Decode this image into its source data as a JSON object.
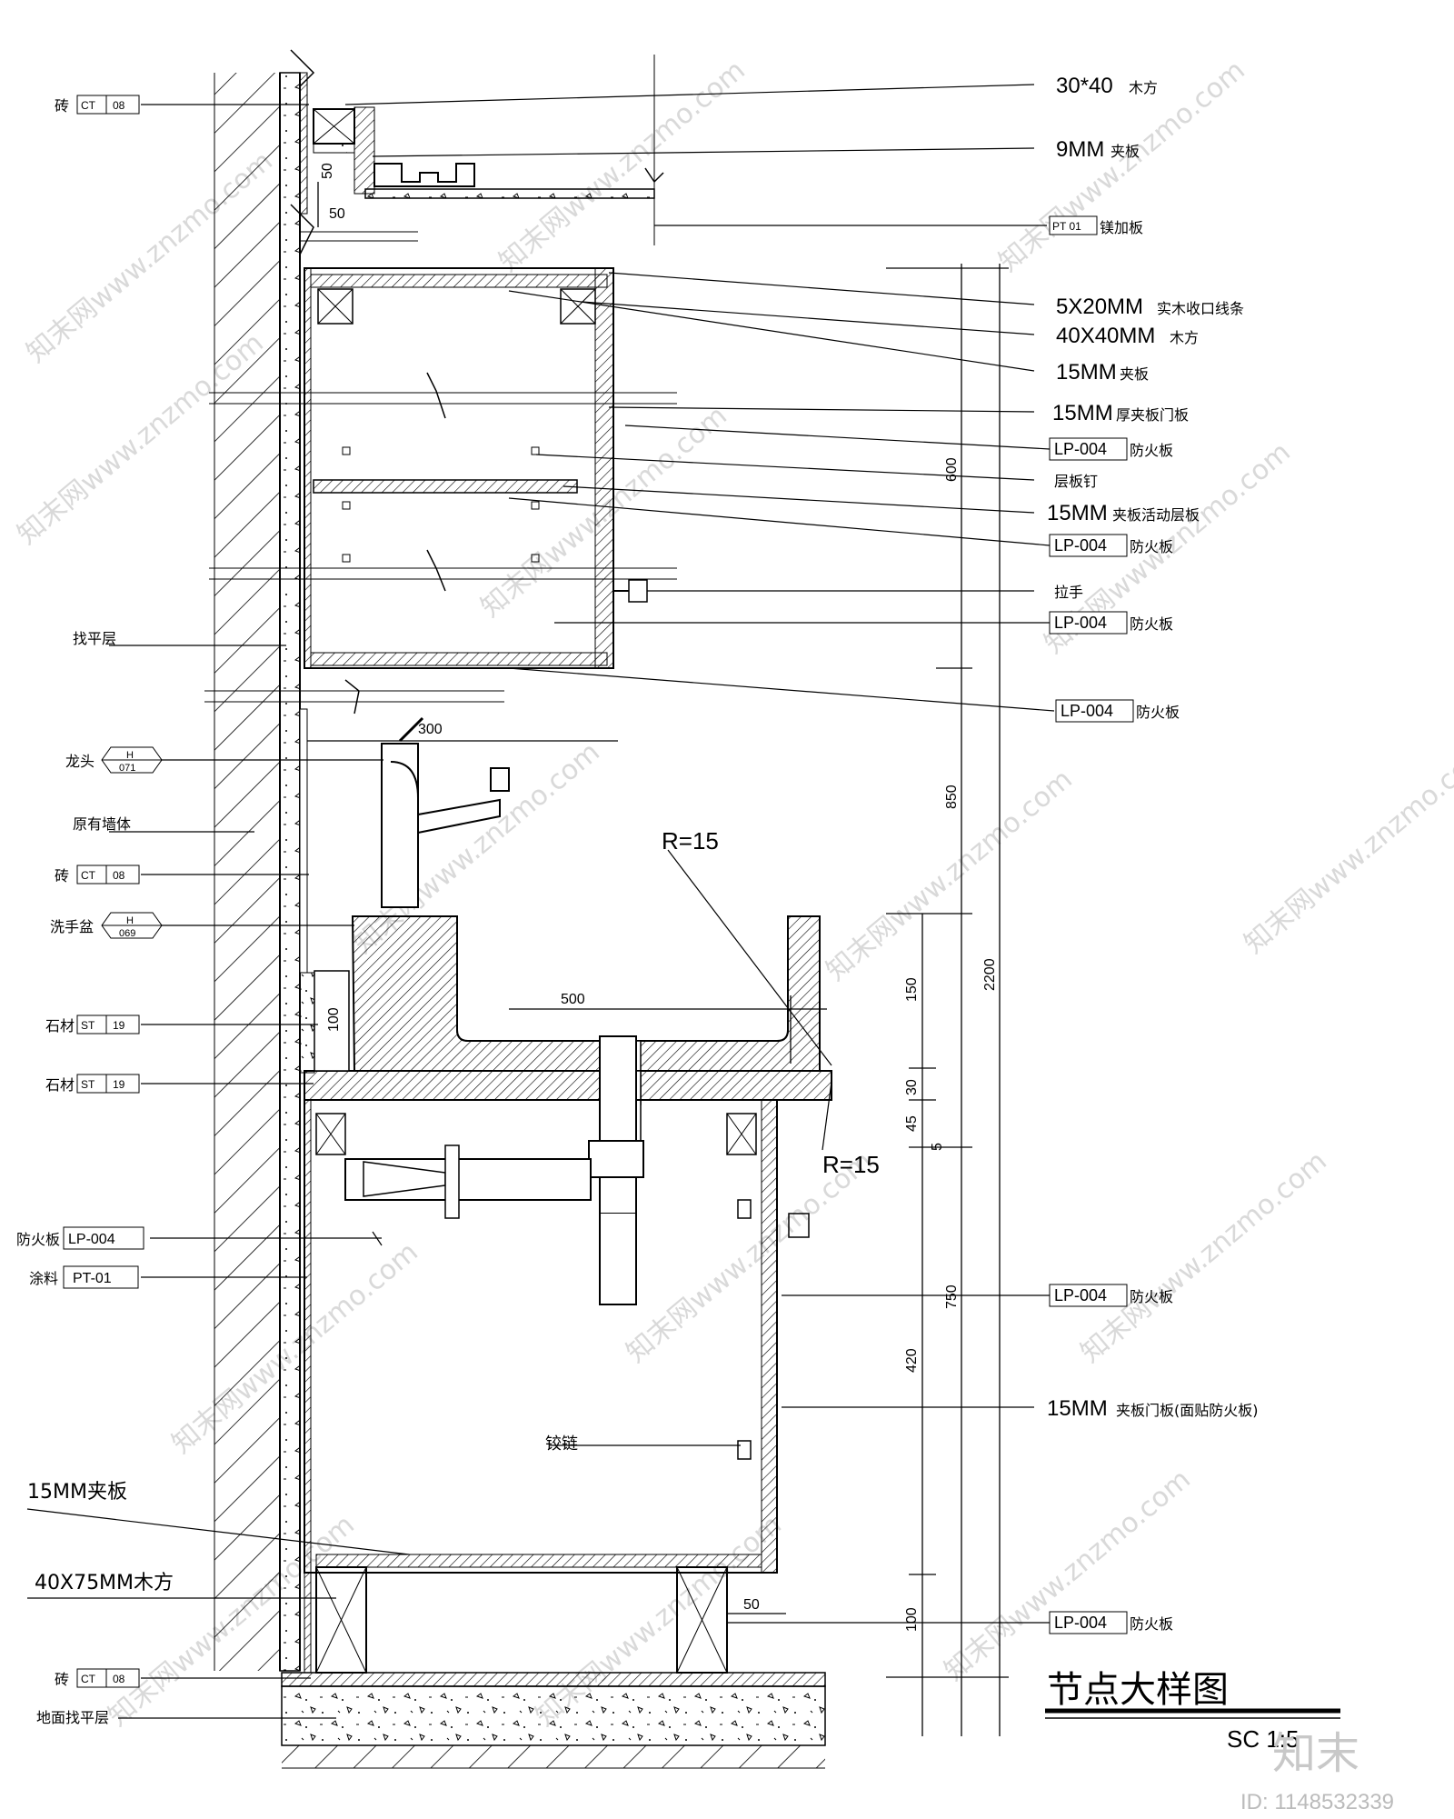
{
  "title": "节点大样图",
  "scale": "SC 1:5",
  "footer": {
    "brand": "知末",
    "id_text": "ID: 1148532339"
  },
  "watermark": "知末网www.znzmo.com",
  "left_labels": [
    {
      "text": "砖",
      "tag": "CT",
      "code": "08"
    },
    {
      "text": "找平层"
    },
    {
      "text": "龙头",
      "tag": "H",
      "code": "071"
    },
    {
      "text": "原有墙体"
    },
    {
      "text": "砖",
      "tag": "CT",
      "code": "08"
    },
    {
      "text": "洗手盆",
      "tag": "H",
      "code": "069"
    },
    {
      "text": "石材",
      "tag": "ST",
      "code": "19"
    },
    {
      "text": "石材",
      "tag": "ST",
      "code": "19"
    },
    {
      "text": "防火板",
      "tag": "LP-004"
    },
    {
      "text": "涂料",
      "tag": "PT-01"
    },
    {
      "text": "15MM夹板"
    },
    {
      "text": "40X75MM木方"
    },
    {
      "text": "砖",
      "tag": "CT",
      "code": "08"
    },
    {
      "text": "地面找平层"
    }
  ],
  "right_labels": [
    {
      "main": "30*40",
      "sub": "木方"
    },
    {
      "main": "9MM",
      "sub": "夹板"
    },
    {
      "tag": "PT 01",
      "sub": "镁加板"
    },
    {
      "main": "5X20MM",
      "sub": "实木收口线条"
    },
    {
      "main": "40X40MM",
      "sub": "木方"
    },
    {
      "main": "15MM",
      "sub": "夹板"
    },
    {
      "main": "15MM",
      "sub": "厚夹板门板"
    },
    {
      "tag": "LP-004",
      "sub": "防火板"
    },
    {
      "sub": "层板钉"
    },
    {
      "main": "15MM",
      "sub": "夹板活动层板"
    },
    {
      "tag": "LP-004",
      "sub": "防火板"
    },
    {
      "sub": "拉手"
    },
    {
      "tag": "LP-004",
      "sub": "防火板"
    },
    {
      "tag": "LP-004",
      "sub": "防火板"
    },
    {
      "tag": "LP-004",
      "sub": "防火板"
    },
    {
      "main": "15MM",
      "sub": "夹板门板(面贴防火板)"
    },
    {
      "tag": "LP-004",
      "sub": "防火板"
    }
  ],
  "inner_labels": {
    "hinge": "铰链",
    "radius_top": "R=15",
    "radius_bottom": "R=15"
  },
  "dimensions": {
    "d50a": "50",
    "d50b": "50",
    "d50c": "50",
    "d300": "300",
    "d500": "500",
    "d100a": "100",
    "d600": "600",
    "d850": "850",
    "d2200": "2200",
    "d150": "150",
    "d30": "30",
    "d45": "45",
    "d5": "5",
    "d750": "750",
    "d420": "420",
    "d100b": "100"
  }
}
